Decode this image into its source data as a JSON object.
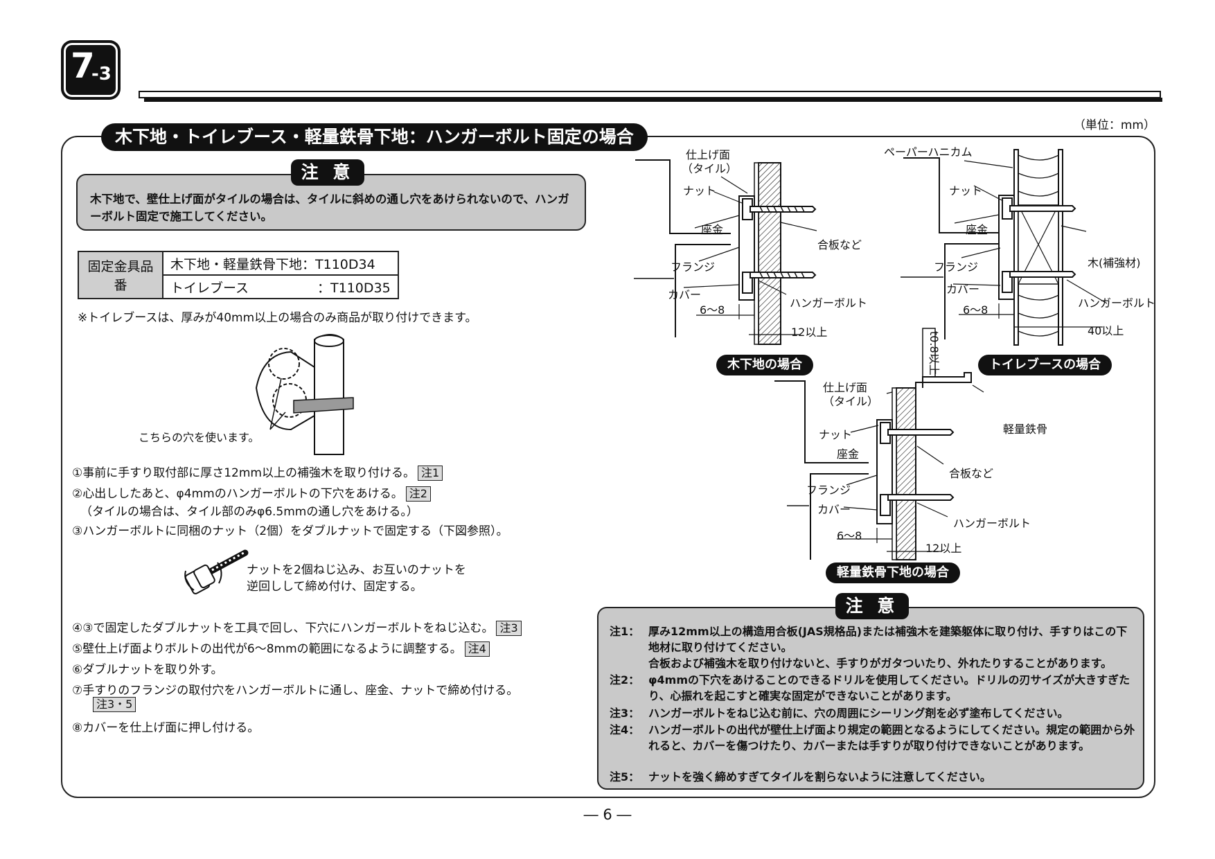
{
  "section": {
    "number": "7",
    "sub": "-3"
  },
  "unit_note": "（単位：mm）",
  "title": "木下地・トイレブース・軽量鉄骨下地：ハンガーボルト固定の場合",
  "caution_top": {
    "tag": "注 意",
    "text": "木下地で、壁仕上げ面がタイルの場合は、タイルに斜めの通し穴をあけられないので、ハンガーボルト固定で施工してください。"
  },
  "parts_table": {
    "header": "固定金具品番",
    "rows": [
      {
        "label": "木下地・軽量鉄骨下地：",
        "code": "T110D34"
      },
      {
        "label": "トイレブース",
        "code": "：T110D35"
      }
    ]
  },
  "booth_note": "※トイレブースは、厚みが40mm以上の場合のみ商品が取り付けできます。",
  "hole_caption": "こちらの穴を使います。",
  "steps": [
    {
      "text": "①事前に手すり取付部に厚さ12mm以上の補強木を取り付ける。",
      "ref": "注1"
    },
    {
      "text": "②心出ししたあと、φ4mmのハンガーボルトの下穴をあける。",
      "ref": "注2"
    },
    {
      "text": "（タイルの場合は、タイル部のみφ6.5mmの通し穴をあける。）",
      "ref": ""
    },
    {
      "text": "③ハンガーボルトに同梱のナット（2個）をダブルナットで固定する（下図参照）。",
      "ref": ""
    }
  ],
  "double_nut_caption": [
    "ナットを2個ねじ込み、お互いのナットを",
    "逆回しして締め付け、固定する。"
  ],
  "steps2": [
    {
      "text": "④③で固定したダブルナットを工具で回し、下穴にハンガーボルトをねじ込む。",
      "ref": "注3"
    },
    {
      "text": "⑤壁仕上げ面よりボルトの出代が6〜8mmの範囲になるように調整する。",
      "ref": "注4"
    },
    {
      "text": "⑥ダブルナットを取り外す。",
      "ref": ""
    },
    {
      "text": "⑦手すりのフランジの取付穴をハンガーボルトに通し、座金、ナットで締め付ける。",
      "ref": ""
    },
    {
      "text": "",
      "ref": "注3・5"
    },
    {
      "text": "⑧カバーを仕上げ面に押し付ける。",
      "ref": ""
    }
  ],
  "diagram_wood": {
    "labels": {
      "finish": "仕上げ面",
      "tile": "（タイル）",
      "nut": "ナット",
      "washer": "座金",
      "plywood": "合板など",
      "flange": "フランジ",
      "cover": "カバー",
      "bolt": "ハンガーボルト",
      "gap": "6〜8",
      "min": "12以上"
    },
    "caption": "木下地の場合"
  },
  "diagram_booth": {
    "labels": {
      "honeycomb": "ペーパーハニカム",
      "nut": "ナット",
      "washer": "座金",
      "wood": "木(補強材)",
      "flange": "フランジ",
      "cover": "カバー",
      "bolt": "ハンガーボルト",
      "gap": "6〜8",
      "min": "40以上"
    },
    "caption": "トイレブースの場合"
  },
  "diagram_steel": {
    "labels": {
      "t08": "t0.8以上",
      "finish": "仕上げ面",
      "tile": "（タイル）",
      "nut": "ナット",
      "washer": "座金",
      "steel": "軽量鉄骨",
      "plywood": "合板など",
      "flange": "フランジ",
      "cover": "カバー",
      "bolt": "ハンガーボルト",
      "gap": "6〜8",
      "min": "12以上"
    },
    "caption": "軽量鉄骨下地の場合"
  },
  "caution_bottom": {
    "tag": "注 意",
    "notes": [
      {
        "k": "注1：",
        "v": "厚み12mm以上の構造用合板(JAS規格品)または補強木を建築躯体に取り付け、手すりはこの下地材に取り付けてください。"
      },
      {
        "k": "",
        "v": "合板および補強木を取り付けないと、手すりがガタついたり、外れたりすることがあります。"
      },
      {
        "k": "注2：",
        "v": "φ4mmの下穴をあけることのできるドリルを使用してください。ドリルの刃サイズが大きすぎたり、心振れを起こすと確実な固定ができないことがあります。"
      },
      {
        "k": "注3：",
        "v": "ハンガーボルトをねじ込む前に、穴の周囲にシーリング剤を必ず塗布してください。"
      },
      {
        "k": "注4：",
        "v": "ハンガーボルトの出代が壁仕上げ面より規定の範囲となるようにしてください。規定の範囲から外れると、カバーを傷つけたり、カバーまたは手すりが取り付けできないことがあります。"
      },
      {
        "k": "注5：",
        "v": "ナットを強く締めすぎてタイルを割らないように注意してください。"
      }
    ]
  },
  "page_number": "― 6 ―"
}
